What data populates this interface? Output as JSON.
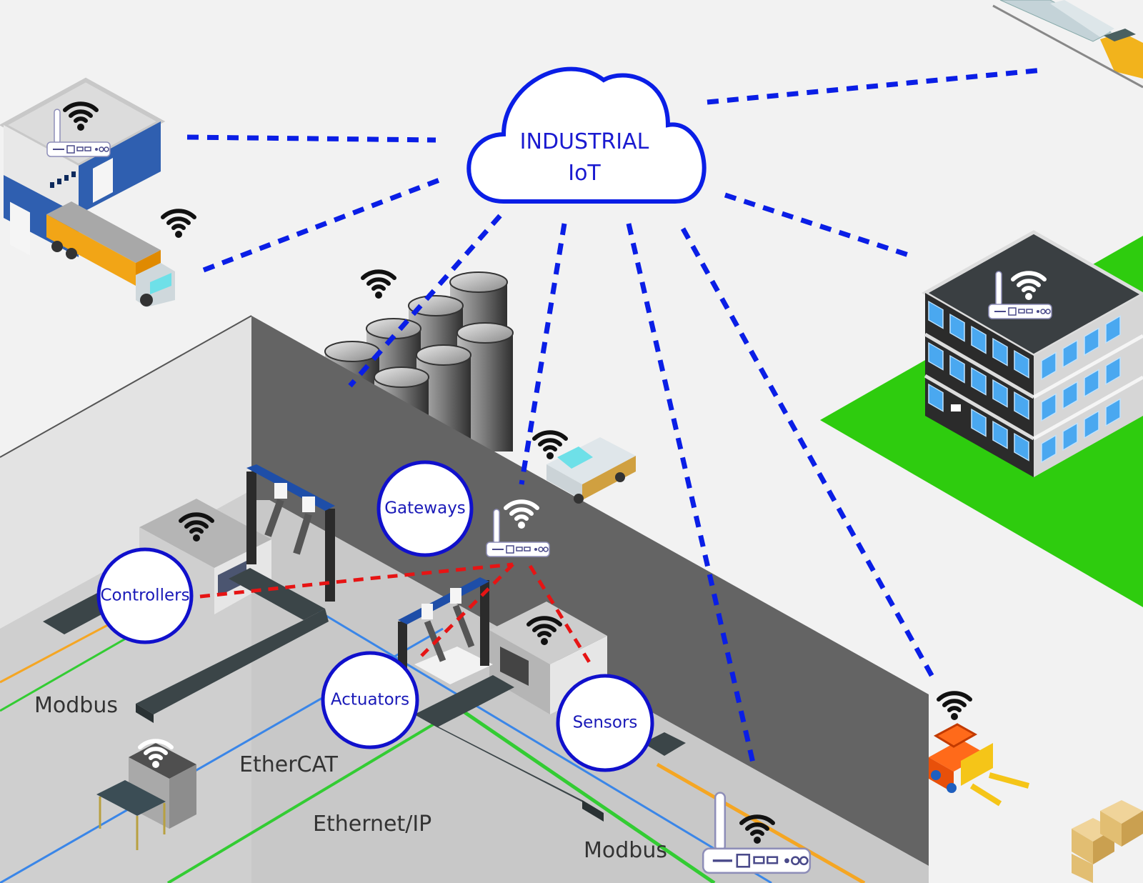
{
  "cloud": {
    "title_line1": "INDUSTRIAL",
    "title_line2": "IoT"
  },
  "bubbles": {
    "gateways": "Gateways",
    "controllers": "Controllers",
    "actuators": "Actuators",
    "sensors": "Sensors"
  },
  "protocols": {
    "modbus_left": "Modbus",
    "ethercat": "EtherCAT",
    "ethernet_ip": "Ethernet/IP",
    "modbus_right": "Modbus"
  },
  "icons": {
    "wifi": "wifi-icon",
    "router": "router-icon",
    "warehouse": "warehouse-icon",
    "truck": "truck-icon",
    "train": "train-icon",
    "office_building": "office-building-icon",
    "storage_tanks": "storage-tanks-icon",
    "pickup_truck": "pickup-truck-icon",
    "forklift": "forklift-icon",
    "boxes": "boxes-icon",
    "robot_gantry": "robot-gantry-icon",
    "conveyor": "conveyor-icon",
    "machine": "machine-icon"
  },
  "colors": {
    "iot_link": "#0a1ee6",
    "local_link": "#e61414",
    "modbus_line": "#f5a623",
    "ethercat_line": "#3a86e8",
    "ethernet_ip_line": "#33cc33",
    "grass": "#2ecc0e",
    "wall": "#646464"
  }
}
